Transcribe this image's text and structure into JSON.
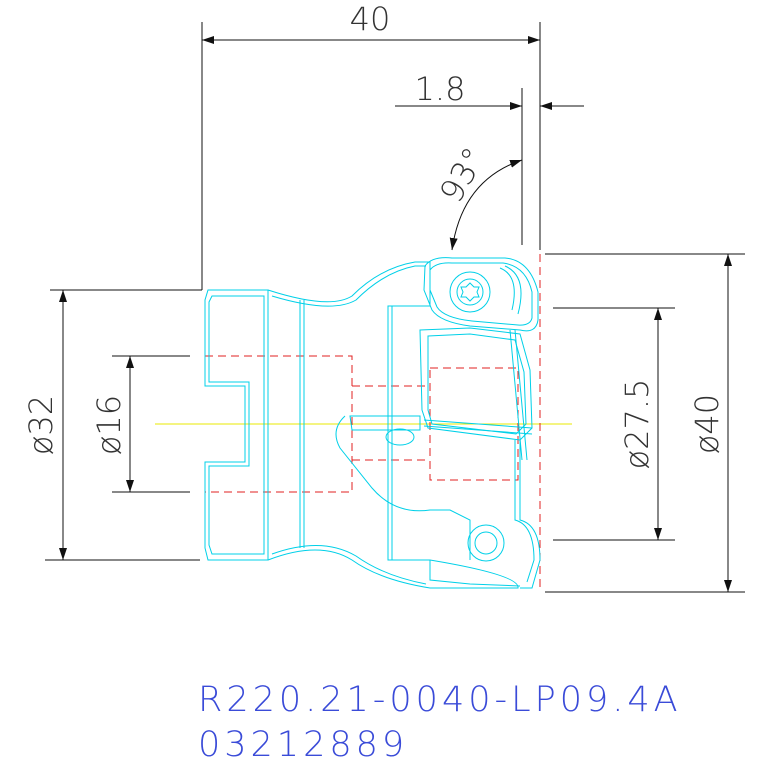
{
  "drawing": {
    "dimensions": {
      "overall_length": "40",
      "offset": "1.8",
      "angle": "93°",
      "shank_diameter": "ø32",
      "bore_diameter": "ø16",
      "inner_diameter": "ø27.5",
      "cutting_diameter": "ø40"
    },
    "part_code": "R220.21-0040-LP09.4A",
    "article_number": "03212889",
    "colors": {
      "part_outline": "#00d0e8",
      "hidden_lines": "#e02020",
      "center_line": "#e8e800",
      "dimension_lines": "#111111",
      "code_text": "#3a4bd8"
    }
  }
}
